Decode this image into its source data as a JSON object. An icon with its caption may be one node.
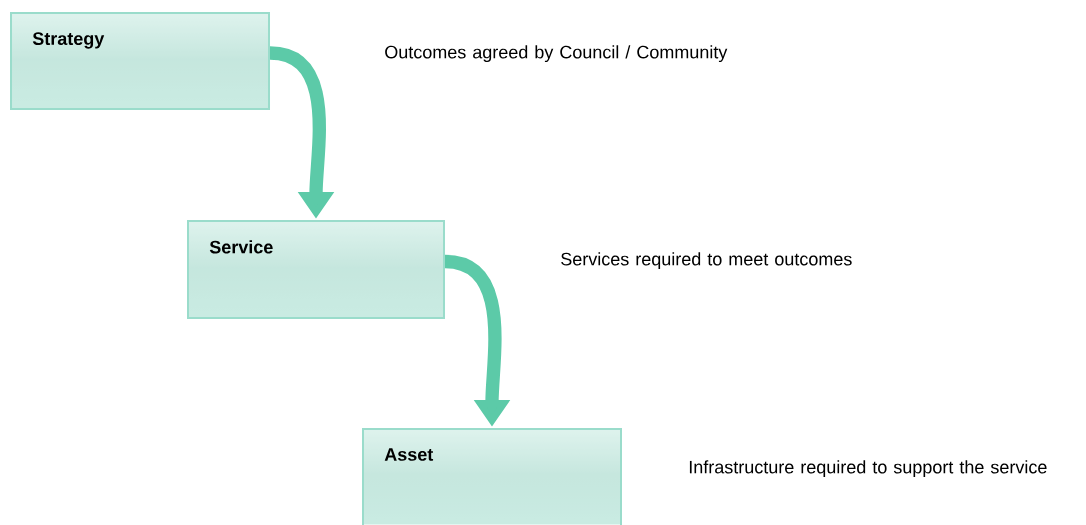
{
  "diagram": {
    "nodes": [
      {
        "text": [
          "Strategy"
        ]
      },
      {
        "text": [
          "Service"
        ]
      },
      {
        "text": [
          "Asset"
        ]
      }
    ],
    "edges": [
      {
        "from": 0,
        "to": 1,
        "arrow": "to"
      },
      {
        "from": 1,
        "to": 2,
        "arrow": "to"
      }
    ],
    "labels": [
      "Outcomes agreed by Council / Community",
      "Services required to meet outcomes",
      "Infrastructure required to support the service"
    ]
  }
}
